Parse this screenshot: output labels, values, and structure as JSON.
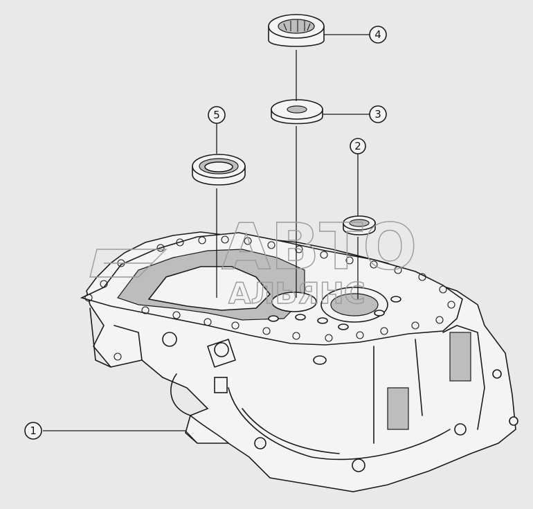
{
  "callouts": [
    {
      "id": "1",
      "label": "1"
    },
    {
      "id": "2",
      "label": "2"
    },
    {
      "id": "3",
      "label": "3"
    },
    {
      "id": "4",
      "label": "4"
    },
    {
      "id": "5",
      "label": "5"
    }
  ],
  "watermark": {
    "line1": "АВТО",
    "line2": "АЛЬЯНС"
  },
  "colors": {
    "background": "#e9e9e9",
    "line": "#1a1a1a",
    "watermark": "#9a9a9a"
  }
}
